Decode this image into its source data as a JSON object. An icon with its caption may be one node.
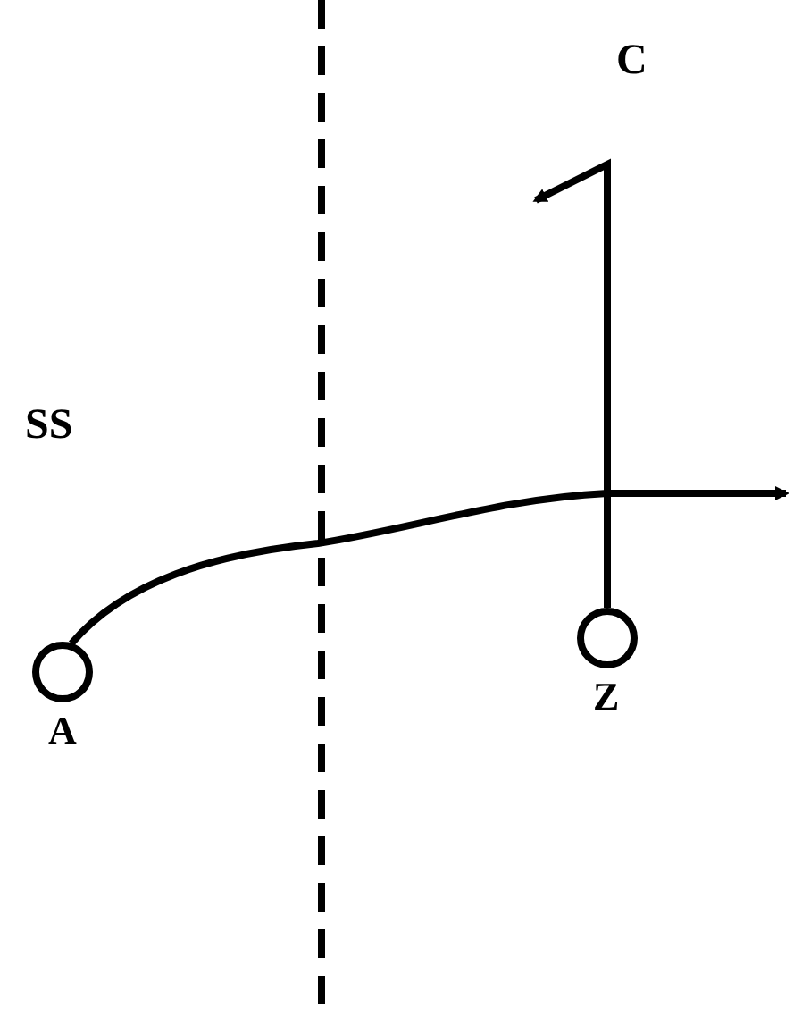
{
  "diagram": {
    "nodes": [
      {
        "text": [],
        "shape": "circle",
        "beside": [
          "A"
        ]
      },
      {
        "text": [],
        "shape": "circle",
        "beside": [
          "Z"
        ]
      }
    ],
    "edges": [
      {
        "from": 0,
        "to": null,
        "arrow": "to"
      },
      {
        "from": 1,
        "to": null,
        "arrow": "to"
      }
    ],
    "labels": [
      "C",
      "SS"
    ]
  }
}
